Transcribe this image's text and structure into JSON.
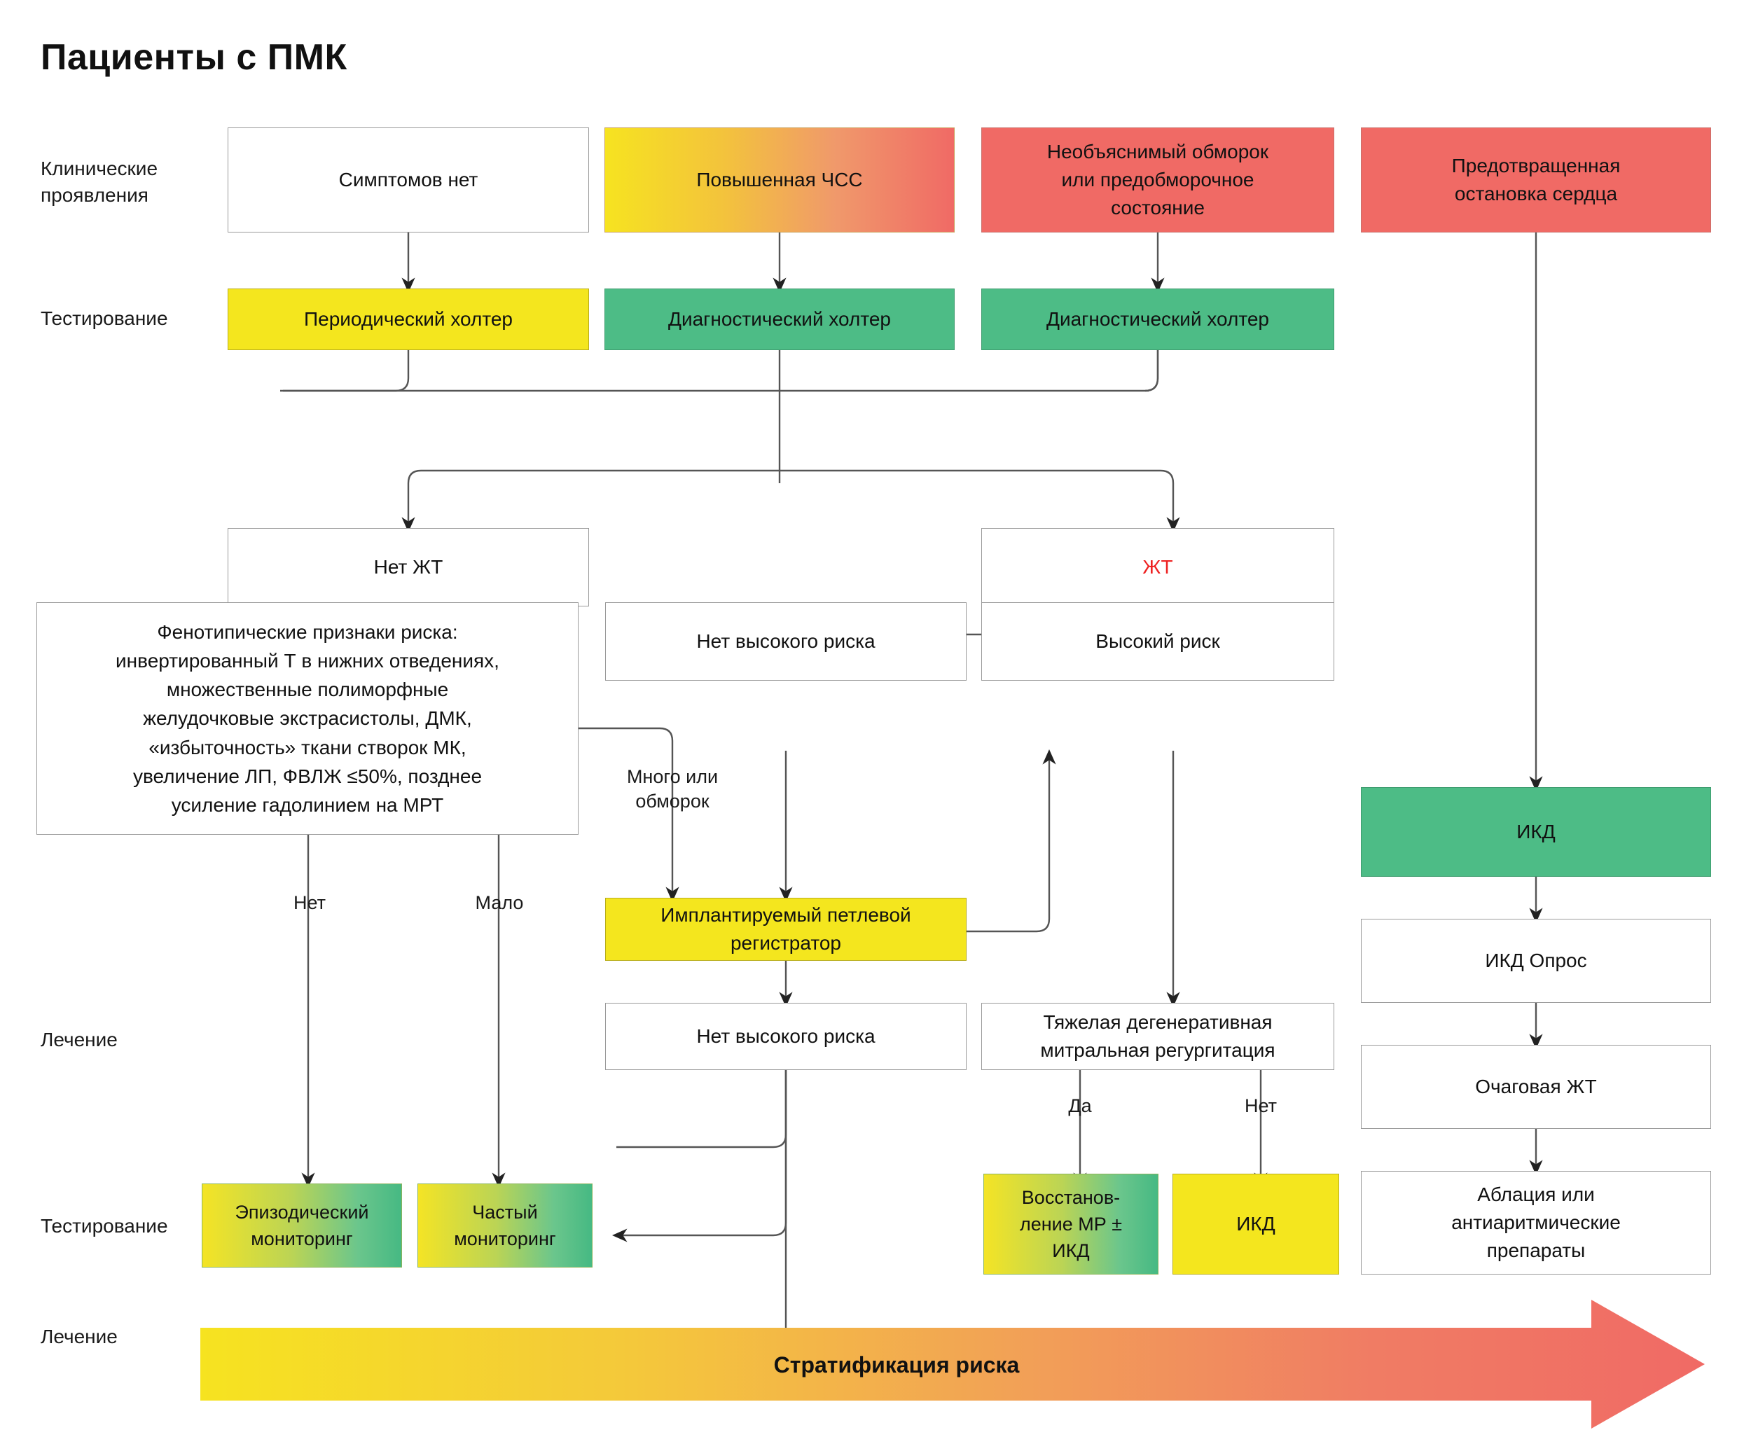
{
  "title": "Пациенты с ПМК",
  "colors": {
    "red": "#F06A65",
    "green": "#4DBC86",
    "yellow": "#F4E61E",
    "orange": "#F0996B",
    "vt_text_red": "#EE2222",
    "box_border": "#9a9a9a"
  },
  "row_labels": {
    "clinical": "Клинические\nпроявления",
    "testing_1": "Тестирование",
    "treatment_1": "Лечение",
    "testing_2": "Тестирование",
    "treatment_2": "Лечение"
  },
  "nodes": {
    "no_symptoms": "Симптомов нет",
    "elevated_hr": "Повышенная ЧСС",
    "unexplained_syncope": "Необъяснимый обморок\nили предобморочное\nсостояние",
    "aborted_cardiac_arrest": "Предотвращенная\nостановка сердца",
    "periodic_holter": "Периодический холтер",
    "diagnostic_holter_1": "Диагностический холтер",
    "diagnostic_holter_2": "Диагностический холтер",
    "no_vt": "Нет ЖТ",
    "vt": "ЖТ",
    "risk_features": "Фенотипические признаки риска:\nинвертированный Т в нижних отведениях,\nмножественные полиморфные\nжелудочковые экстрасистолы, ДМК,\n«избыточность» ткани створок МК,\nувеличение ЛП, ФВЛЖ ≤50%, позднее\nусиление гадолинием на МРТ",
    "no_high_risk_1": "Нет высокого риска",
    "high_risk": "Высокий риск",
    "loop_recorder": "Имплантируемый петлевой\nрегистратор",
    "no_high_risk_2": "Нет высокого риска",
    "severe_mr": "Тяжелая дегенеративная\nмитральная регургитация",
    "episodic_monitoring": "Эпизодический\nмониторинг",
    "frequent_monitoring": "Частый\nмониторинг",
    "mr_repair": "Восстанов-\nление МР ±\nИКД",
    "icd_bottom": "ИКД",
    "icd_green": "ИКД",
    "icd_interrogation": "ИКД Опрос",
    "focal_vt": "Очаговая ЖТ",
    "ablation": "Аблация или\nантиаритмические\nпрепараты"
  },
  "edge_labels": {
    "none": "Нет",
    "few": "Мало",
    "many_or_syncope": "Много или\nобморок",
    "yes": "Да",
    "no": "Нет"
  },
  "bottom_arrow": {
    "label": "Стратификация риска"
  }
}
